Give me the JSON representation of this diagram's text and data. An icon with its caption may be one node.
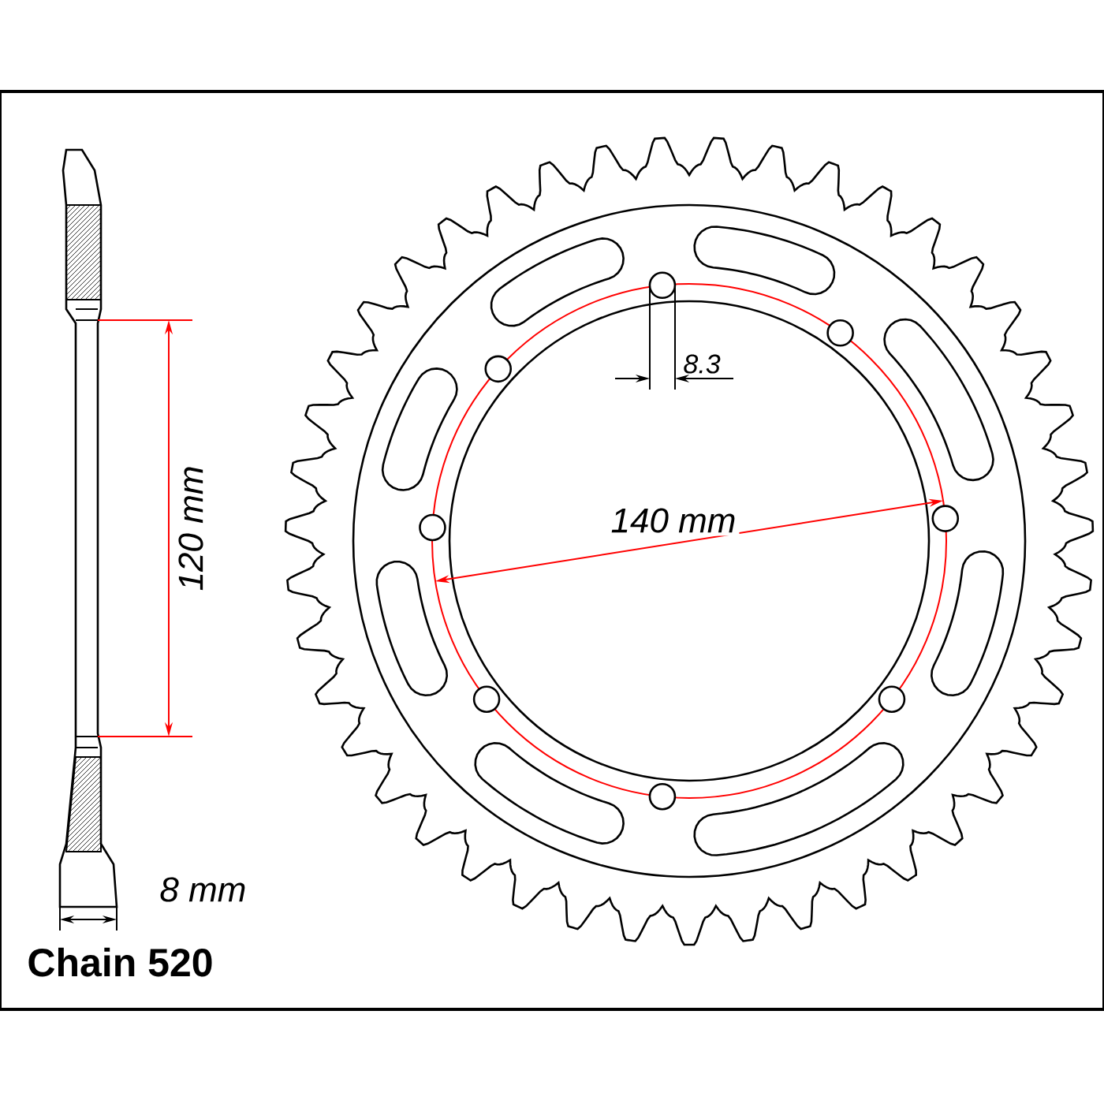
{
  "diagram": {
    "labels": [
      "120 mm",
      "8.3",
      "140 mm",
      "8 mm",
      "Chain 520"
    ]
  }
}
